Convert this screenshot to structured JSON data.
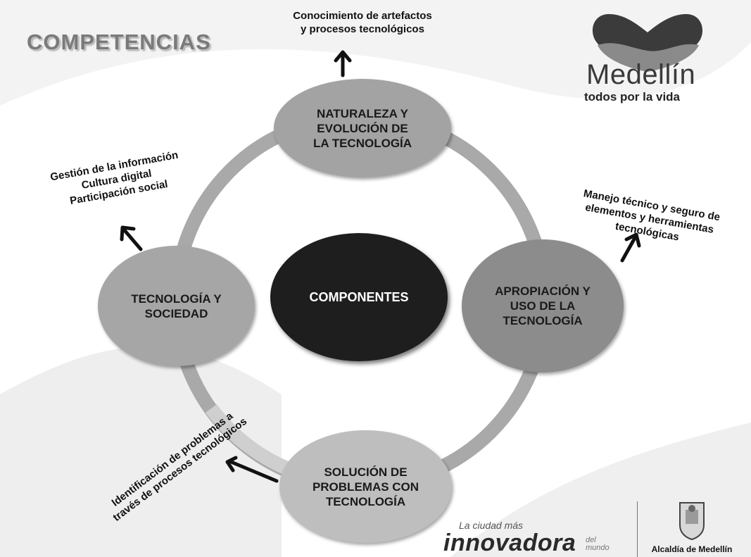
{
  "title": "COMPETENCIAS",
  "center": "COMPONENTES",
  "nodes": {
    "top": "NATURALEZA Y\nEVOLUCIÓN DE\nLA TECNOLOGÍA",
    "left": "TECNOLOGÍA Y\nSOCIEDAD",
    "right": "APROPIACIÓN Y\nUSO DE LA\nTECNOLOGÍA",
    "bottom": "SOLUCIÓN DE\nPROBLEMAS CON\nTECNOLOGÍA"
  },
  "annotations": {
    "top": "Conocimiento de artefactos\ny procesos tecnológicos",
    "left": "Gestión de la información\nCultura digital\nParticipación social",
    "right": "Manejo técnico y seguro de\nelementos y herramientas\ntecnológicas",
    "bottom": "Identificación de problemas a\ntravés de procesos tecnológicos"
  },
  "logo": {
    "name": "Medellín",
    "tagline": "todos por la vida",
    "icon": "heart-mountain-logo"
  },
  "footer": {
    "slogan_small": "La ciudad más",
    "slogan_big": "innovadora",
    "slogan_suffix": "del\nmundo",
    "alcaldia": "Alcaldía de Medellín",
    "shield_icon": "coat-of-arms"
  }
}
